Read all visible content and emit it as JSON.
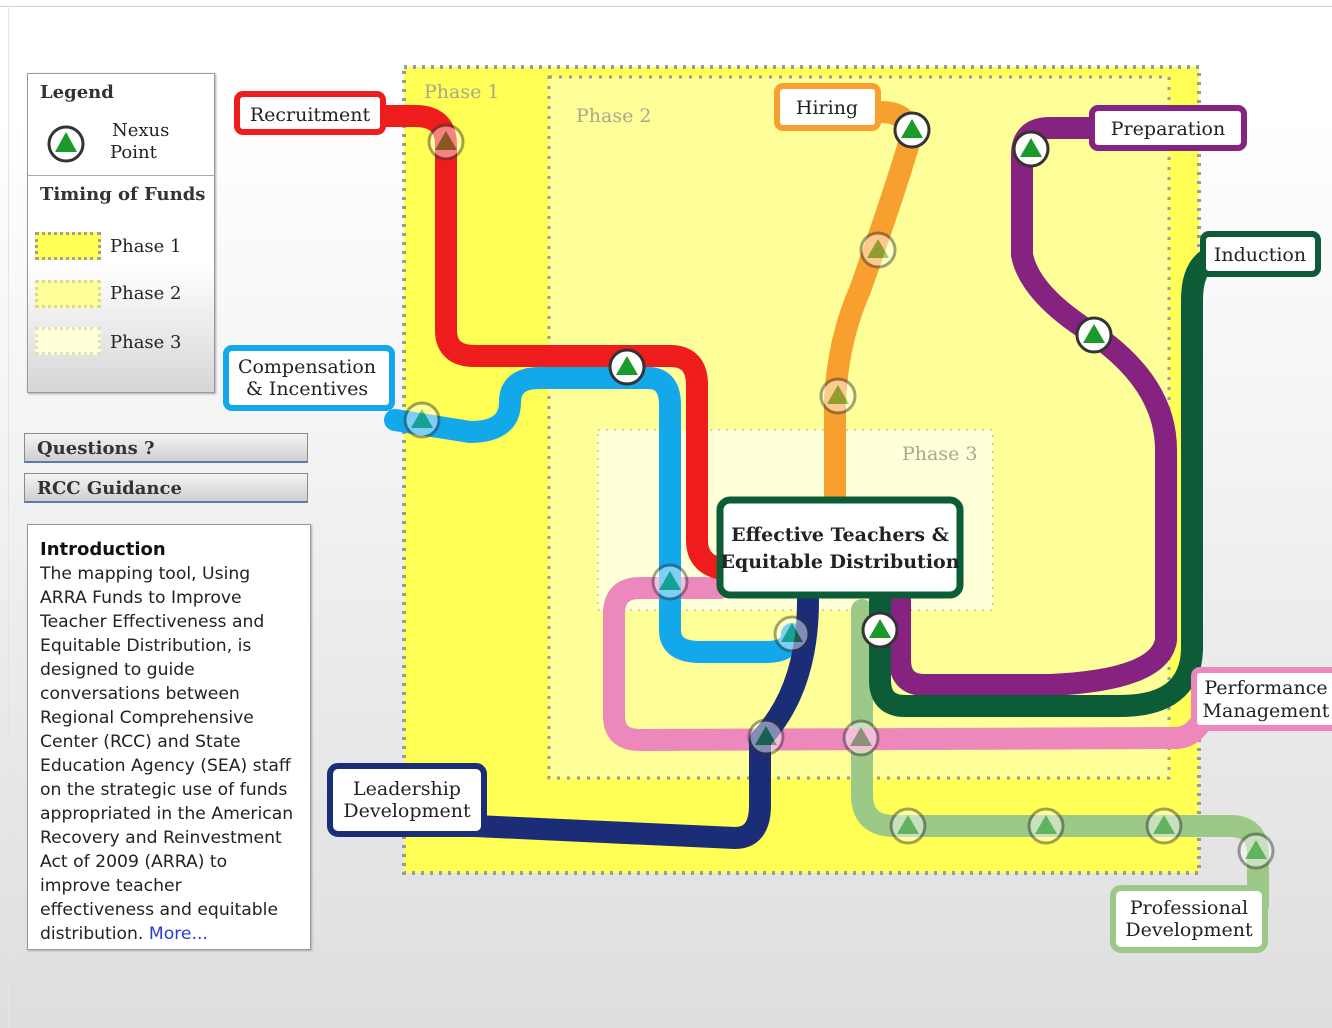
{
  "legend": {
    "title": "Legend",
    "nexus_line1": "Nexus",
    "nexus_line2": "Point",
    "timing_title": "Timing of Funds",
    "phase1": "Phase 1",
    "phase2": "Phase 2",
    "phase3": "Phase 3"
  },
  "buttons": {
    "questions": "Questions ?",
    "guidance": "RCC Guidance"
  },
  "intro": {
    "title": "Introduction",
    "text": "The mapping tool, Using ARRA Funds to Improve Teacher Effectiveness and Equitable Distribution, is designed to guide conversations between Regional Comprehensive Center (RCC) and State Education Agency (SEA) staff on the strategic use of funds appropriated in the American Recovery and Reinvestment Act of 2009 (ARRA) to improve teacher effectiveness and equitable distribution.",
    "more": "More..."
  },
  "map": {
    "phase1": "Phase 1",
    "phase2": "Phase 2",
    "phase3": "Phase 3",
    "center_line1": "Effective Teachers &",
    "center_line2": "Equitable Distribution",
    "recruitment": "Recruitment",
    "hiring": "Hiring",
    "preparation": "Preparation",
    "induction": "Induction",
    "compensation_line1": "Compensation",
    "compensation_line2": "& Incentives",
    "leadership_line1": "Leadership",
    "leadership_line2": "Development",
    "performance_line1": "Performance",
    "performance_line2": "Management",
    "professional_line1": "Professional",
    "professional_line2": "Development"
  },
  "colors": {
    "phase1": "#ffff55",
    "phase2": "#ffff99",
    "phase3": "#ffffd8",
    "recruitment": "#ee1c1c",
    "hiring": "#f7a030",
    "preparation": "#862280",
    "induction": "#0c5c38",
    "compensation": "#12a8ea",
    "leadership": "#1c2d78",
    "performance": "#ec88bc",
    "professional": "#9cc888",
    "nexus_fill": "#1a9a2a"
  }
}
